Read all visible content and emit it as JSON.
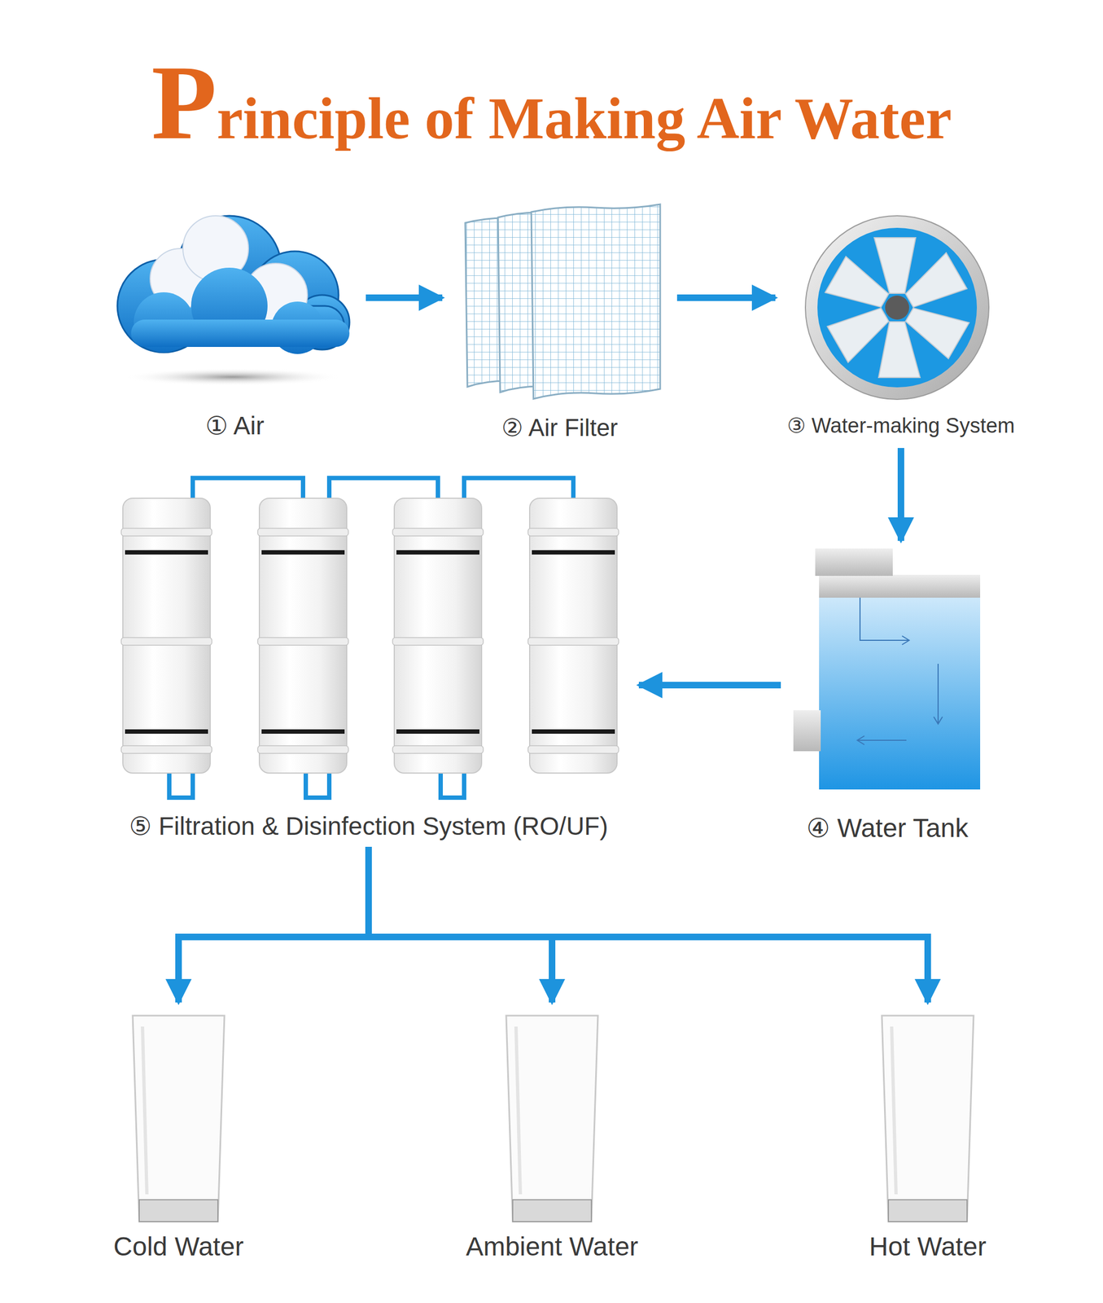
{
  "diagram": {
    "title": "Principle of Making Air Water",
    "nodes": [
      {
        "text": [
          "① Air"
        ]
      },
      {
        "text": [
          "② Air Filter"
        ]
      },
      {
        "text": [
          "③ Water-making System"
        ]
      },
      {
        "text": [
          "④ Water Tank"
        ]
      },
      {
        "text": [
          "⑤ Filtration & Disinfection System (RO/UF)"
        ]
      },
      {
        "text": [
          "Cold Water"
        ]
      },
      {
        "text": [
          "Ambient Water"
        ]
      },
      {
        "text": [
          "Hot Water"
        ]
      }
    ],
    "edges": [
      {
        "from": 0,
        "to": 1,
        "arrow": "to"
      },
      {
        "from": 1,
        "to": 2,
        "arrow": "to"
      },
      {
        "from": 2,
        "to": 3,
        "arrow": "to"
      },
      {
        "from": 3,
        "to": 4,
        "arrow": "to"
      },
      {
        "from": 4,
        "to": 5,
        "arrow": "to"
      },
      {
        "from": 4,
        "to": 6,
        "arrow": "to"
      },
      {
        "from": 4,
        "to": 7,
        "arrow": "to"
      }
    ]
  }
}
